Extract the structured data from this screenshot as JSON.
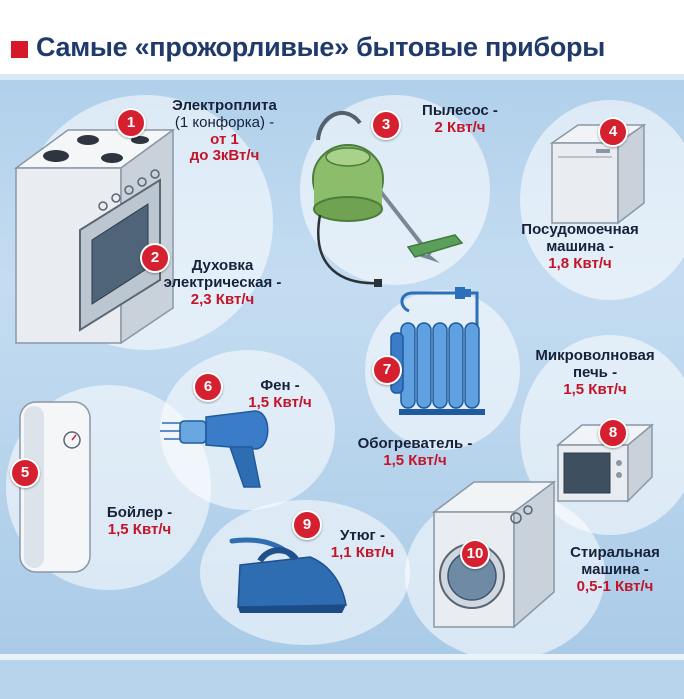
{
  "title": "Самые «прожорливые» бытовые приборы",
  "colors": {
    "accent": "#d5202f",
    "title": "#1f3a6b",
    "power": "#c3152a",
    "background": "#b8d5ee"
  },
  "items": [
    {
      "number": "1",
      "name": "Электроплита",
      "note": "(1 конфорка) -",
      "power_line1": "от 1",
      "power_line2": "до 3кВт/ч",
      "icon": "stove-icon"
    },
    {
      "number": "2",
      "name": "Духовка",
      "name2": "электрическая -",
      "power": "2,3 Квт/ч",
      "icon": "oven-icon"
    },
    {
      "number": "3",
      "name": "Пылесос -",
      "power": "2 Квт/ч",
      "icon": "vacuum-cleaner-icon"
    },
    {
      "number": "4",
      "name": "Посудомоечная",
      "name2": "машина -",
      "power": "1,8 Квт/ч",
      "icon": "dishwasher-icon"
    },
    {
      "number": "5",
      "name": "Бойлер -",
      "power": "1,5 Квт/ч",
      "icon": "water-heater-icon"
    },
    {
      "number": "6",
      "name": "Фен -",
      "power": "1,5 Квт/ч",
      "icon": "hair-dryer-icon"
    },
    {
      "number": "7",
      "name": "Обогреватель -",
      "power": "1,5 Квт/ч",
      "icon": "oil-heater-icon"
    },
    {
      "number": "8",
      "name": "Микроволновая",
      "name2": "печь -",
      "power": "1,5 Квт/ч",
      "icon": "microwave-icon"
    },
    {
      "number": "9",
      "name": "Утюг -",
      "power": "1,1 Квт/ч",
      "icon": "iron-icon"
    },
    {
      "number": "10",
      "name": "Стиральная",
      "name2": "машина -",
      "power": "0,5-1 Квт/ч",
      "icon": "washing-machine-icon"
    }
  ]
}
